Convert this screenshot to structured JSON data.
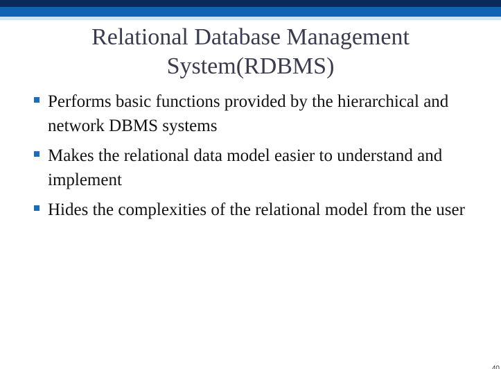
{
  "slide": {
    "title": "Relational Database Management System(RDBMS)",
    "bullets": [
      "Performs basic functions provided by the hierarchical and network DBMS systems",
      "Makes the relational data model easier to understand and implement",
      "Hides the complexities of the relational model from the user"
    ],
    "page_number": "40"
  },
  "colors": {
    "band_dark": "#0b2a5c",
    "band_mid": "#0f63b3",
    "band_light": "#cfe3f6",
    "bullet_marker": "#1a6cc0",
    "title_text": "#3b3b4f"
  }
}
